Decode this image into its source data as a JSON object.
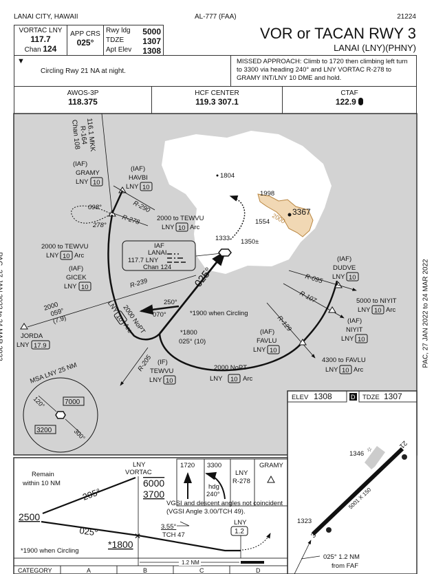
{
  "header": {
    "location": "LANAI CITY, HAWAII",
    "procedure_id": "AL-777 (FAA)",
    "amendment": "21224",
    "title": "VOR or TACAN RWY 3",
    "airport": "LANAI (LNY)(PHNY)"
  },
  "briefing": {
    "navaid_label": "VORTAC  LNY",
    "navaid_freq": "117.7",
    "navaid_chan_label": "Chan",
    "navaid_chan": "124",
    "app_crs_label": "APP CRS",
    "app_crs": "025°",
    "rwy_ldg_label": "Rwy ldg",
    "rwy_ldg": "5000",
    "tdze_label": "TDZE",
    "tdze": "1307",
    "apt_elev_label": "Apt Elev",
    "apt_elev": "1308",
    "note": "Circling Rwy 21 NA at night.",
    "missed_approach": "MISSED APPROACH: Climb to 1720 then climbing left turn to 3300 via heading 240° and LNY VORTAC R-278 to GRAMY INT/LNY 10 DME and hold."
  },
  "comms": [
    {
      "label": "AWOS-3P",
      "value": "118.375"
    },
    {
      "label": "HCF CENTER",
      "value": "119.3  307.1"
    },
    {
      "label": "CTAF",
      "value": "122.9"
    }
  ],
  "side_text": "PAC,  27 JAN 2022  to  24 MAR 2022",
  "plan": {
    "mkk": [
      "116.1  MKK",
      "R-164",
      "Chan 108"
    ],
    "gramy": [
      "(IAF)",
      "GRAMY",
      "LNY",
      "10"
    ],
    "havbi": [
      "(IAF)",
      "HAVBI",
      "LNY",
      "10"
    ],
    "r290": "R-290",
    "r278": "R-278",
    "hold_out": "098°",
    "hold_in": "278°",
    "arc_tewvu_1": [
      "2000 to TEWVU",
      "LNY",
      "10",
      "Arc"
    ],
    "arc_tewvu_2": [
      "2000 to TEWVU",
      "LNY",
      "10",
      "Arc"
    ],
    "lanai_box": [
      "IAF",
      "LANAI",
      "117.7  LNY",
      "Chan 124"
    ],
    "gicek": [
      "(IAF)",
      "GICEK",
      "LNY",
      "10"
    ],
    "r239": "R-239",
    "jorda_leg": [
      "2000",
      "059°",
      "(7.9)"
    ],
    "jorda": [
      "JORDA",
      "LNY",
      "17.9"
    ],
    "nopt_arc_w": [
      "2000 NoPT",
      "LNY",
      "10",
      "Arc"
    ],
    "final_crs": "025°",
    "pt": [
      "250°",
      "070°"
    ],
    "circling_note": "*1900 when Circling",
    "fix_alt": [
      "*1800",
      "025° (10)"
    ],
    "r205": "R-205",
    "tewvu": [
      "(IF)",
      "TEWVU",
      "LNY",
      "10"
    ],
    "nopt_arc_s": [
      "2000 NoPT",
      "LNY",
      "10",
      "Arc"
    ],
    "elevations": [
      "1804",
      "1998",
      "3367",
      "2000",
      "1554",
      "1333",
      "1350±"
    ],
    "dudve": [
      "(IAF)",
      "DUDVE",
      "LNY",
      "10"
    ],
    "r095": "R-095",
    "r107": "R-107",
    "r129": "R-129",
    "niyit_arc": [
      "5000 to NIYIT",
      "LNY",
      "10",
      "Arc"
    ],
    "niyit": [
      "(IAF)",
      "NIYIT",
      "LNY",
      "10"
    ],
    "favlu": [
      "(IAF)",
      "FAVLU",
      "LNY",
      "10"
    ],
    "favlu_arc": [
      "4300 to FAVLU",
      "LNY",
      "10",
      "Arc"
    ],
    "msa": {
      "title": "MSA LNY 25 NM",
      "b1": "120°",
      "b2": "300°",
      "alt1": "7000",
      "alt2": "3200"
    }
  },
  "airport": {
    "elev_label": "ELEV",
    "elev": "1308",
    "d_badge": "D",
    "tdze_label": "TDZE",
    "tdze": "1307",
    "rwy_a": "3",
    "rwy_b": "21",
    "dims": "5001 X 150",
    "obst1": "1346",
    "obst2": "1323",
    "faf_note": [
      "025° 1.2 NM",
      "from FAF"
    ]
  },
  "profile": {
    "remain": [
      "Remain",
      "within 10 NM"
    ],
    "vortac": [
      "LNY",
      "VORTAC"
    ],
    "alts": [
      "6000",
      "3700"
    ],
    "out_crs": "205°",
    "in_crs": "025°",
    "pt_alt": "2500",
    "fix_alt": "*1800",
    "circling": "*1900 when Circling",
    "ma_icons": [
      "1720",
      "3300",
      "hdg",
      "240°",
      "LNY",
      "R-278",
      "GRAMY"
    ],
    "vgsi": [
      "VGSI and descent angles not coincident",
      "(VGSI Angle 3.00/TCH 49)."
    ],
    "gs": [
      "3.55°",
      "TCH 47"
    ],
    "map": [
      "LNY",
      "1.2"
    ],
    "dist": "1.2 NM",
    "categories": [
      "CATEGORY",
      "A",
      "B",
      "C",
      "D"
    ]
  },
  "colors": {
    "terrain": "#f1d8b4",
    "terrain_line": "#b8843e",
    "water": "#d3d3d3"
  }
}
